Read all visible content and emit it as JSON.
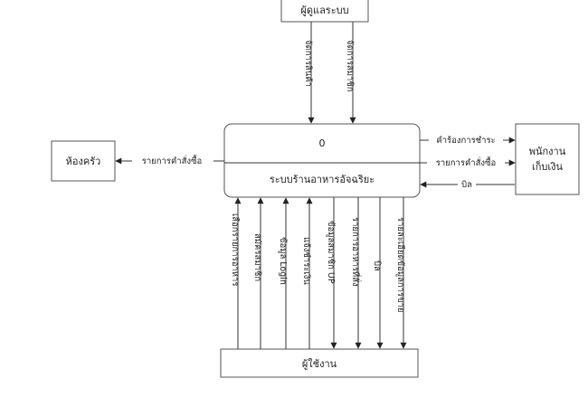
{
  "entities": {
    "admin": "ผู้ดูแลระบบ",
    "kitchen": "ห้องครัว",
    "cashier_line1": "พนักงาน",
    "cashier_line2": "เก็บเงิน",
    "user": "ผู้ใช้งาน"
  },
  "process": {
    "number": "0",
    "name": "ระบบร้านอาหารอัจฉริยะ"
  },
  "flows": {
    "manage_products": "จัดการสินค้า",
    "manage_members": "จัดการสมาชิก",
    "order_list_kitchen": "รายการคำสั่งซื้อ",
    "payment_request": "คำร้องการชำระ",
    "order_list_cashier": "รายการคำสั่งซื้อ",
    "bill_from_cashier": "บิล",
    "select_food": "เลือกรายการอาหาร",
    "register": "สมัครสมาชิก",
    "login_data": "ข้อมูล Login",
    "payment_notice": "แจ้งชำระเงิน",
    "member_data_up": "ข้อมูลสมาชิก UP",
    "ordered_food": "รายการอาหารที่สั่ง",
    "bill_to_user": "บิล",
    "sales_detail": "รายละเอียดข้อมูลการขาย"
  }
}
